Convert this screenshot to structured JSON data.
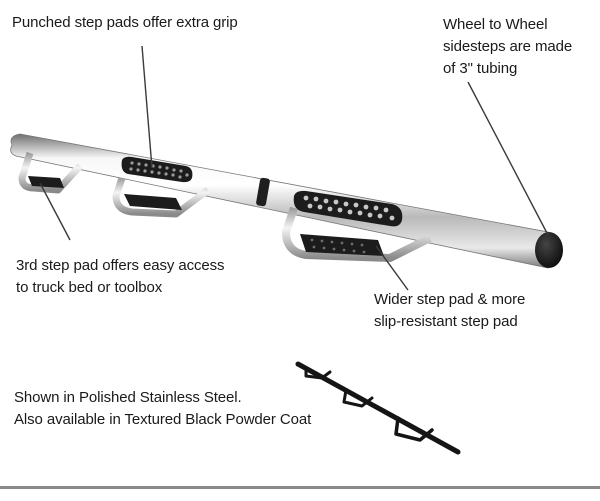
{
  "callouts": {
    "punched_pads": "Punched step pads offer extra grip",
    "wheel_to_wheel": [
      "Wheel to Wheel",
      "sidesteps are made",
      "of 3\" tubing"
    ],
    "third_pad": [
      "3rd step pad offers easy access",
      "to truck bed or toolbox"
    ],
    "wider_pad": [
      "Wider step pad & more",
      "slip-resistant step pad"
    ],
    "finish": [
      "Shown in Polished Stainless Steel.",
      "Also available in Textured Black Powder Coat"
    ]
  },
  "colors": {
    "text": "#1a1a1a",
    "steel_light": "#f2f2f2",
    "steel_dark": "#8c8c8c",
    "pad_black": "#1c1c1c",
    "leader_line": "#3a3a3a"
  }
}
